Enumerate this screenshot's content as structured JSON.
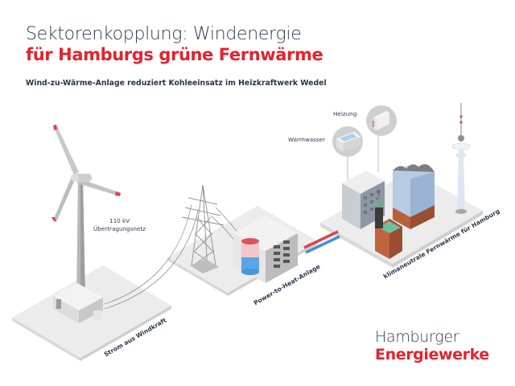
{
  "header": {
    "title_line1": "Sektorenkopplung: Windenergie",
    "title_line2": "für Hamburgs grüne Fernwärme",
    "subtitle": "Wind-zu-Wärme-Anlage reduziert Kohleeinsatz im Heizkraftwerk Wedel"
  },
  "labels": {
    "transmission_line": "110 kV",
    "transmission_net": "Übertragungsnetz",
    "wind_platform": "Strom aus Windkraft",
    "p2h_platform": "Power-to-Heat-Anlage",
    "city_platform": "klimaneutrale Fernwärme für Hamburg",
    "heating": "Heizung",
    "hot_water": "Warmwasser"
  },
  "logo": {
    "line1": "Hamburger",
    "line2": "Energiewerke"
  },
  "colors": {
    "brand_red": "#e3232e",
    "text_dark": "#2f3a4f",
    "platform_top": "#ececec",
    "platform_side": "#d6d6d6",
    "pipe_hot": "#e0404a",
    "pipe_cold": "#3d8fd9"
  }
}
